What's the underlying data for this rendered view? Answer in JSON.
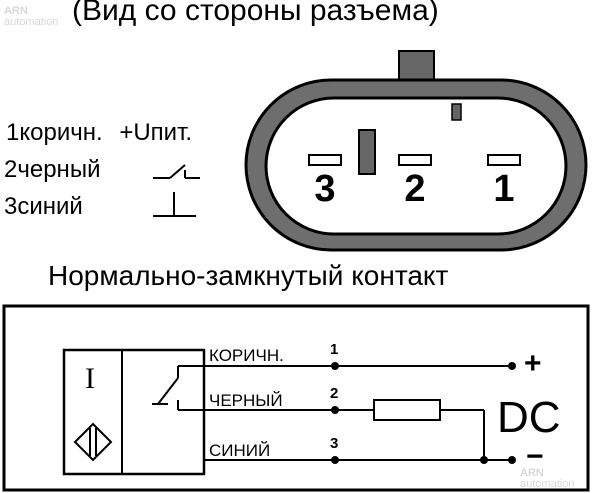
{
  "header": {
    "view_caption": "(Вид со стороны разъема)"
  },
  "connector": {
    "pins": [
      {
        "number": "3"
      },
      {
        "number": "2"
      },
      {
        "number": "1"
      }
    ]
  },
  "legend": [
    {
      "number": "1",
      "label": "коричн.",
      "function": "+Uпит."
    },
    {
      "number": "2",
      "label": "черный",
      "function": ""
    },
    {
      "number": "3",
      "label": "синий",
      "function": ""
    }
  ],
  "contact_type": "Нормально-замкнутый контакт",
  "schematic": {
    "sensor_symbol": "I",
    "wires": [
      {
        "label": "КОРИЧН.",
        "number": "1"
      },
      {
        "label": "ЧЕРНЫЙ",
        "number": "2"
      },
      {
        "label": "СИНИЙ",
        "number": "3"
      }
    ],
    "supply": {
      "type": "DC",
      "plus": "+",
      "minus": "−"
    }
  },
  "watermark": {
    "brand": "ARN",
    "sub": "automation"
  }
}
